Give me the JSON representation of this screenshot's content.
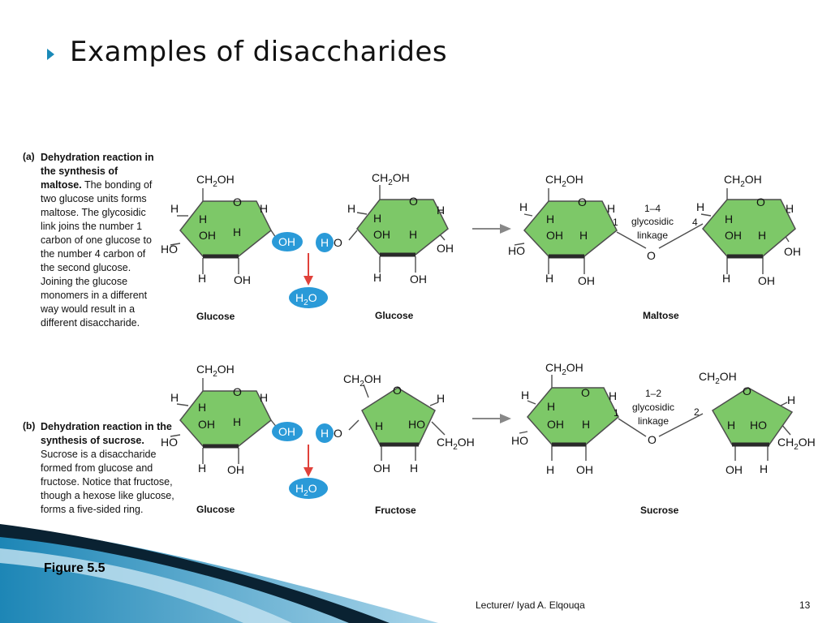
{
  "slide": {
    "title": "Examples of disaccharides",
    "figure_label": "Figure 5.5",
    "footer_lecturer": "Lecturer/ Iyad A. Elqouqa",
    "page_number": "13"
  },
  "panel_a": {
    "tag": "(a)",
    "caption_bold": "Dehydration reaction in the synthesis of maltose.",
    "caption_text": " The bonding of two glucose units forms maltose. The glycosidic link joins the number 1 carbon of one glucose to the number 4 carbon of the second glucose. Joining the glucose monomers in a different way would result in a different disaccharide.",
    "molecule_1": "Glucose",
    "molecule_2": "Glucose",
    "product": "Maltose",
    "linkage_line1": "1–4",
    "linkage_line2": "glycosidic",
    "linkage_line3": "linkage",
    "carbon_left": "1",
    "carbon_right": "4"
  },
  "panel_b": {
    "tag": "(b)",
    "caption_bold": "Dehydration reaction in the synthesis of sucrose.",
    "caption_text": " Sucrose is a disaccharide formed from glucose and fructose. Notice that fructose, though a hexose like glucose, forms a five-sided ring.",
    "molecule_1": "Glucose",
    "molecule_2": "Fructose",
    "product": "Sucrose",
    "linkage_line1": "1–2",
    "linkage_line2": "glycosidic",
    "linkage_line3": "linkage",
    "carbon_left": "1",
    "carbon_right": "2"
  },
  "atoms": {
    "H": "H",
    "O": "O",
    "OH": "OH",
    "HO": "HO",
    "CH": "CH",
    "sub2": "2",
    "water_H": "H",
    "water_O": "O"
  },
  "colors": {
    "ring_fill": "#7dc868",
    "ring_stroke": "#4e4e4e",
    "highlight_blue": "#2a9ad8",
    "arrow_red": "#e0413a",
    "bullet_blue": "#1a8ab8",
    "swoosh_blue": "#1d86b6"
  }
}
